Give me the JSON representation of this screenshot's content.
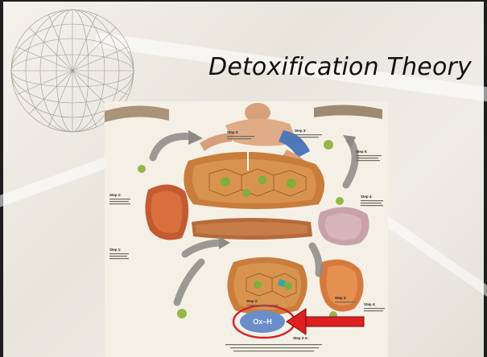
{
  "slide": {
    "title": "Detoxification Theory"
  },
  "figure": {
    "labels": [
      "Step 2:",
      "Step 3:",
      "Step 5:",
      "Step 4:",
      "Step 1:",
      "Step 1:",
      "Step 2:",
      "Step 3:",
      "Step 4:",
      "Step 2-A:"
    ],
    "highlight_text": "Ox–H",
    "colors": {
      "highlight_circle": "#d31f2a",
      "arrow": "#e0201f",
      "ox_fill": "#6a8fc8"
    }
  }
}
